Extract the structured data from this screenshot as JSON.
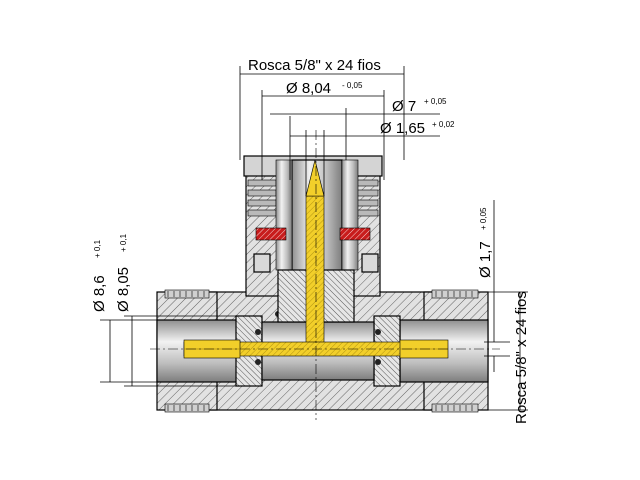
{
  "dimensions": {
    "thread_top": "Rosca 5/8\" x 24 fios",
    "d_804": "Ø 8,04",
    "d_804_tol": "- 0,05",
    "d_7": "Ø 7",
    "d_7_tol": "+ 0,05",
    "d_165": "Ø 1,65",
    "d_165_tol": "+ 0,02",
    "d_86": "Ø 8,6",
    "d_86_tol": "+ 0,1",
    "d_805": "Ø 8,05",
    "d_805_tol": "+ 0,1",
    "d_17": "Ø 1,7",
    "d_17_tol": "+ 0,05",
    "thread_right": "Rosca 5/8\" x 24 fios"
  },
  "colors": {
    "body": "#cfcfcf",
    "body_dark": "#9a9a9a",
    "pin": "#f2cf2a",
    "seal": "#c81c1c",
    "hatch": "#555555"
  }
}
